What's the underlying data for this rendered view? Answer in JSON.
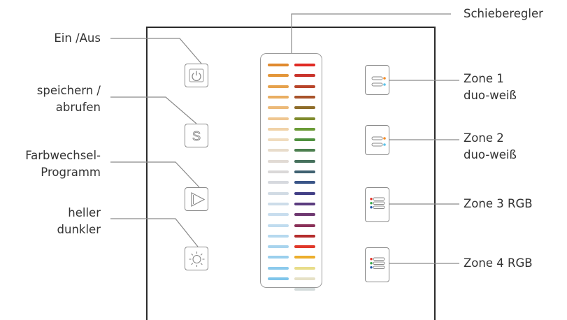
{
  "labels": {
    "slider": "Schieberegler",
    "power": "Ein /Aus",
    "save_line1": "speichern /",
    "save_line2": "abrufen",
    "program_line1": "Farbwechsel-",
    "program_line2": "Programm",
    "bright_line1": "heller",
    "bright_line2": "dunkler",
    "zone1_line1": "Zone 1",
    "zone1_line2": "duo-weiß",
    "zone2_line1": "Zone 2",
    "zone2_line2": "duo-weiß",
    "zone3": "Zone 3 RGB",
    "zone4": "Zone 4 RGB"
  },
  "icons": {
    "power": "power-icon",
    "save": "s-letter-icon",
    "program": "play-triangle-icon",
    "bright": "sun-icon",
    "zone_white": "dual-white-lines-icon",
    "zone_rgb": "rgb-lines-icon"
  },
  "slider_colors": {
    "left": [
      "#e08a2e",
      "#e3963a",
      "#e6a24d",
      "#e9ae62",
      "#ecba79",
      "#efc690",
      "#f0d2a8",
      "#f0dcbe",
      "#e8dccb",
      "#e1dad4",
      "#dad8d8",
      "#d6d9de",
      "#d1dbe4",
      "#cddde9",
      "#c8ddee",
      "#c0dcef",
      "#b6d9ef",
      "#a8d4ee",
      "#9acfed",
      "#8ccaec",
      "#7fc5ea"
    ],
    "right": [
      "#e02a23",
      "#c9332b",
      "#b8452a",
      "#a8532a",
      "#8e6d2a",
      "#7f8a2c",
      "#6a9b36",
      "#4f913f",
      "#4c7f4f",
      "#45705c",
      "#3f6171",
      "#3a5588",
      "#423f86",
      "#5b3c7f",
      "#6e3870",
      "#8a3058",
      "#b42c2c",
      "#e0382a",
      "#ecae2c",
      "#e8dd8a",
      "#e6e1c6",
      "#d3dada"
    ]
  },
  "colors": {
    "orange_dot": "#f28c28",
    "blue_dot": "#5fc3e8",
    "red_dot": "#e4332a",
    "green_dot": "#3aa64a",
    "navy_dot": "#2358a8"
  }
}
